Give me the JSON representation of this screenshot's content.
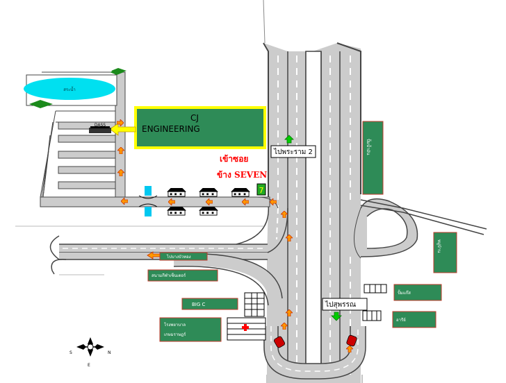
{
  "labels": {
    "lake": "สระน้ำ",
    "company_line1": "CJ",
    "company_line2": "ENGINEERING",
    "enter_soi_line1": "เข้าซอย",
    "enter_soi_line2": "ข้าง SEVEN",
    "seven_badge": "7",
    "to_rama2": "ไปพระราม 2",
    "to_suphan": "ไปสุพรรณ",
    "to_bangyai": "ไปบางบัวทอง",
    "sanam_kila": "สนามกีฬาเซ็นเตอร์",
    "big_c": "BIG C",
    "hospital_line1": "โรงพยาบาล",
    "hospital_line2": "เกษมราษฎร์",
    "right_tall_top": "ปั้มน้ำมัน",
    "right_tall_mid": "หมู่บ้าน",
    "right_small_1": "ปั้มแก๊ส",
    "right_small_2": "อารีย์",
    "factory_sign": "DASS"
  },
  "compass": {
    "north": "N",
    "south": "S",
    "east": "E"
  },
  "colors": {
    "road": "#cccccc",
    "road_edge": "#555555",
    "sign_green": "#2e8b57",
    "sign_border": "#c0392b",
    "lake": "#00e0f0",
    "highlight": "#ffff00",
    "arrow": "#ff9900",
    "arrow_edge": "#cc3300"
  }
}
